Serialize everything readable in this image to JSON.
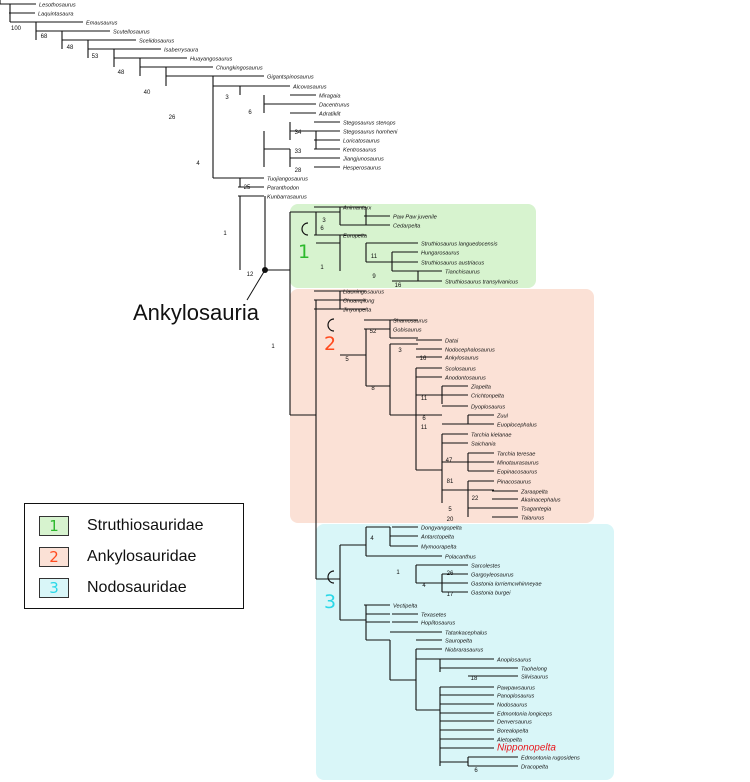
{
  "colors": {
    "clade1_fill": "#d7f3cf",
    "clade2_fill": "#fbe1d6",
    "clade3_fill": "#d9f6f8",
    "clade1_num": "#2db92d",
    "clade2_num": "#ff4a1e",
    "clade3_num": "#2ad8e8",
    "highlight_taxon": "#e8161c",
    "line": "#111111"
  },
  "clade_title": "Ankylosauria",
  "legend": [
    {
      "num": "1",
      "label": "Struthiosauridae"
    },
    {
      "num": "2",
      "label": "Ankylosauridae"
    },
    {
      "num": "3",
      "label": "Nodosauridae"
    }
  ],
  "clade_numbers": [
    "1",
    "2",
    "3"
  ],
  "taxa": [
    "Lesothosaurus",
    "Laquintasaura",
    "Emausaurus",
    "Scutellosaurus",
    "Scelidosaurus",
    "Isaberrysaura",
    "Huayangosaurus",
    "Chungkingosaurus",
    "Gigantspinosaurus",
    "Alcovasaurus",
    "Miragaia",
    "Dacentrurus",
    "Adratiklit",
    "Stegosaurus stenops",
    "Stegosaurus homheni",
    "Loricatosaurus",
    "Kentrosaurus",
    "Jiangjunosaurus",
    "Hesperosaurus",
    "Tuojiangosaurus",
    "Paranthodon",
    "Kunbarrasaurus",
    "Animantarx",
    "Paw Paw juvenile",
    "Cedarpelta",
    "Europelta",
    "Struthiosaurus languedocensis",
    "Hungarosaurus",
    "Struthiosaurus austriacus",
    "Tianchisaurus",
    "Struthiosaurus transylvanicus",
    "Liaoningosaurus",
    "Chuanqilong",
    "Jinyunpelta",
    "Shamosaurus",
    "Gobisaurus",
    "Datai",
    "Nodocephalosaurus",
    "Ankylosaurus",
    "Scolosaurus",
    "Anodontosaurus",
    "Ziapelta",
    "Crichtonpelta",
    "Dyoplosaurus",
    "Zuul",
    "Euoplocephalus",
    "Tarchia kielanae",
    "Saichania",
    "Tarchia teresae",
    "Minotaurasaurus",
    "Eopinacosaurus",
    "Pinacosaurus",
    "Zaraapelta",
    "Akainacephalus",
    "Tsagantegia",
    "Talarurus",
    "Dongyangopelta",
    "Antarctopelta",
    "Mymoorapelta",
    "Polacanthus",
    "Sarcolestes",
    "Gargoyleosaurus",
    "Gastonia lorriemcwhinneyae",
    "Gastonia burgei",
    "Vectipelta",
    "Texasetes",
    "Hoplitosaurus",
    "Tatankacephalus",
    "Sauropelta",
    "Niobrarasaurus",
    "Anoplosaurus",
    "Taohelong",
    "Silvisaurus",
    "Pawpawsaurus",
    "Panoplosaurus",
    "Nodosaurus",
    "Edmontonia longiceps",
    "Denversaurus",
    "Borealopelta",
    "Aletopelta",
    "Nipponopelta",
    "Edmontonia rugosidens",
    "Dracopelta"
  ],
  "support_values": [
    "100",
    "68",
    "48",
    "53",
    "48",
    "40",
    "26",
    "4",
    "3",
    "6",
    "34",
    "33",
    "28",
    "25",
    "1",
    "12",
    "1",
    "3",
    "6",
    "1",
    "11",
    "9",
    "16",
    "52",
    "5",
    "3",
    "16",
    "8",
    "11",
    "6",
    "11",
    "47",
    "81",
    "22",
    "5",
    "20",
    "4",
    "1",
    "26",
    "4",
    "17",
    "18",
    "6"
  ]
}
